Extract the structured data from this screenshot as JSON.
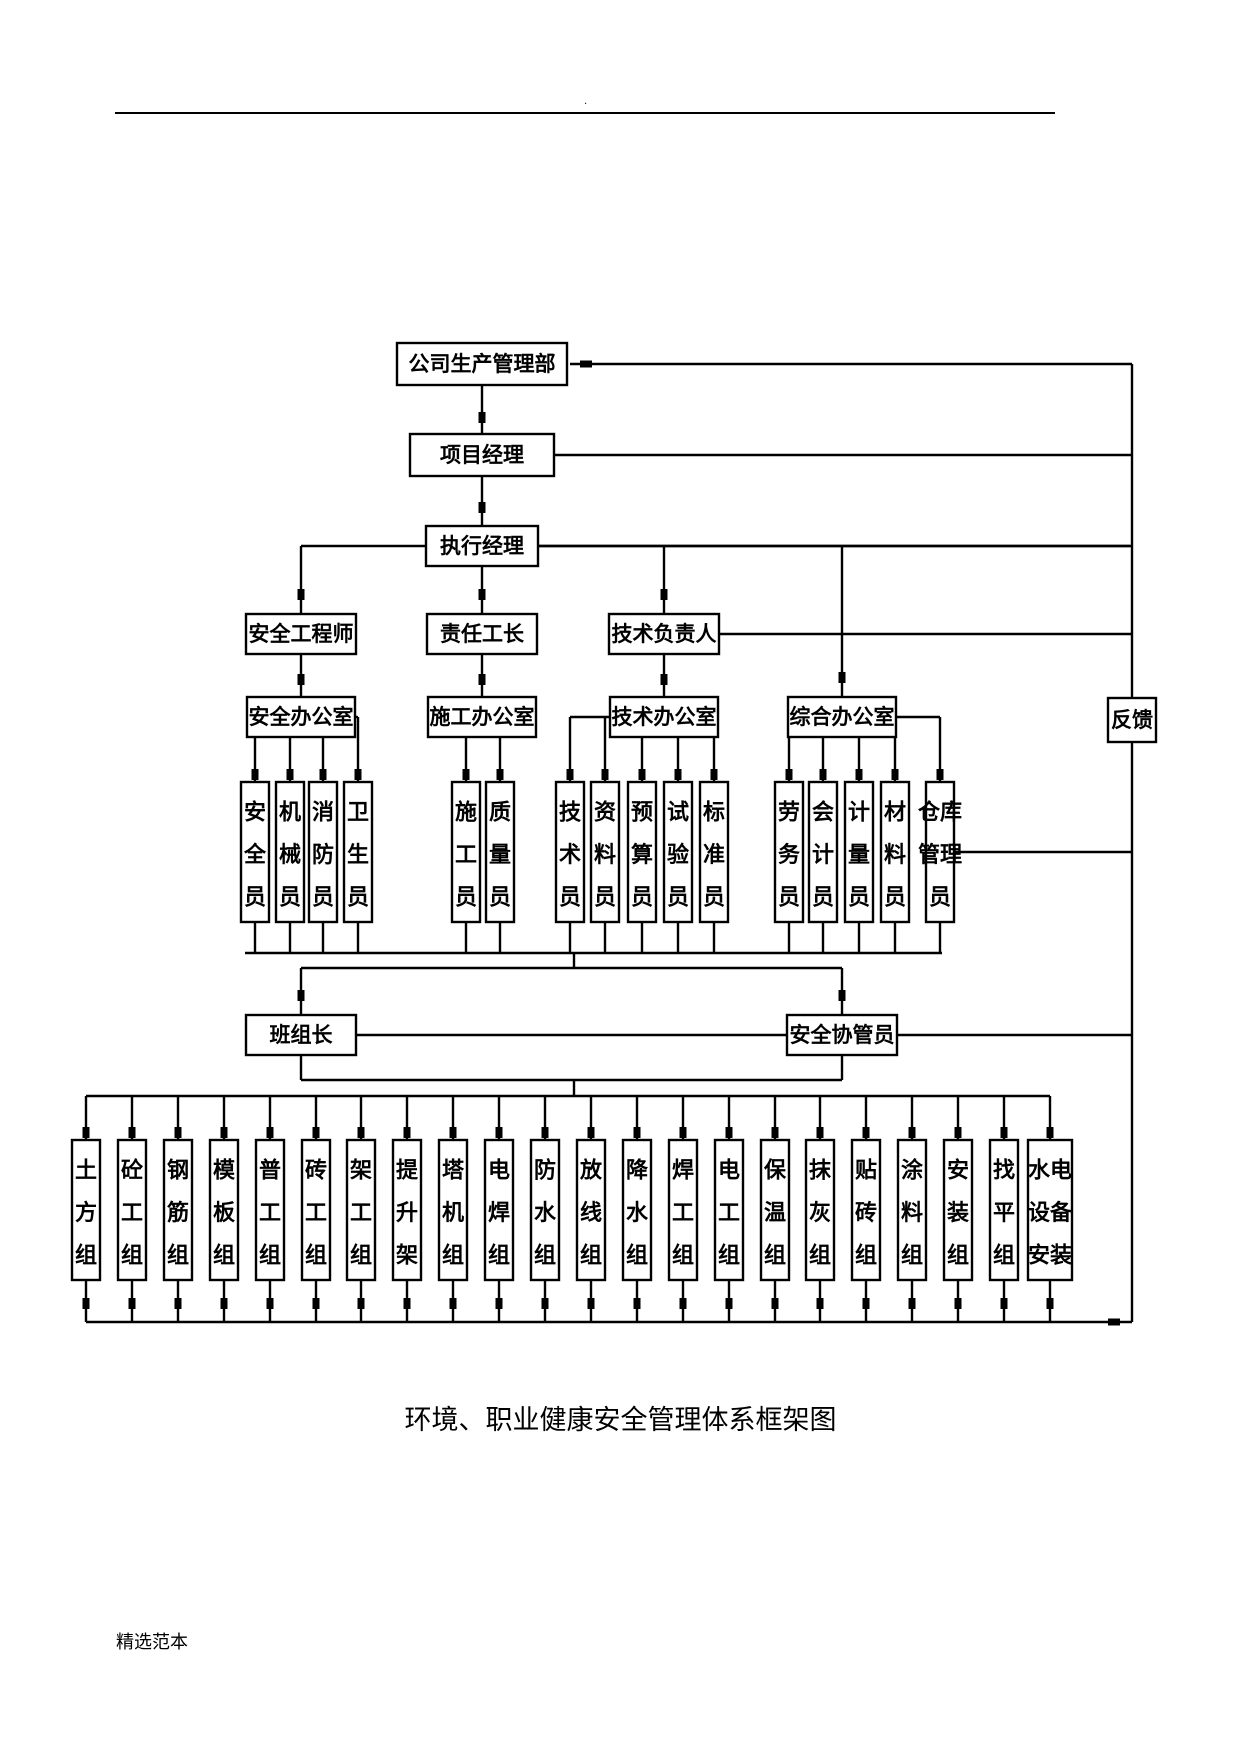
{
  "header": {
    "dot": "."
  },
  "diagram": {
    "top": "公司生产管理部",
    "pm": "项目经理",
    "exec": "执行经理",
    "level3": [
      "安全工程师",
      "责任工长",
      "技术负责人"
    ],
    "offices": [
      "安全办公室",
      "施工办公室",
      "技术办公室",
      "综合办公室"
    ],
    "feedback": "反馈",
    "staff_safety": [
      "安全员",
      "机械员",
      "消防员",
      "卫生员"
    ],
    "staff_construction": [
      "施工员",
      "质量员"
    ],
    "staff_technical": [
      "技术员",
      "资料员",
      "预算员",
      "试验员",
      "标准员"
    ],
    "staff_general": [
      "劳务员",
      "会计员",
      "计量员",
      "材料员",
      "仓库管理员"
    ],
    "team_leader": "班组长",
    "safety_coordinator": "安全协管员",
    "teams": [
      "土方组",
      "砼工组",
      "钢筋组",
      "模板组",
      "普工组",
      "砖工组",
      "架工组",
      "提升架",
      "塔机组",
      "电焊组",
      "防水组",
      "放线组",
      "降水组",
      "焊工组",
      "电工组",
      "保温组",
      "抹灰组",
      "贴砖组",
      "涂料组",
      "安装组",
      "找平组",
      "水电设备安装"
    ]
  },
  "caption": "环境、职业健康安全管理体系框架图",
  "footer": "精选范本"
}
